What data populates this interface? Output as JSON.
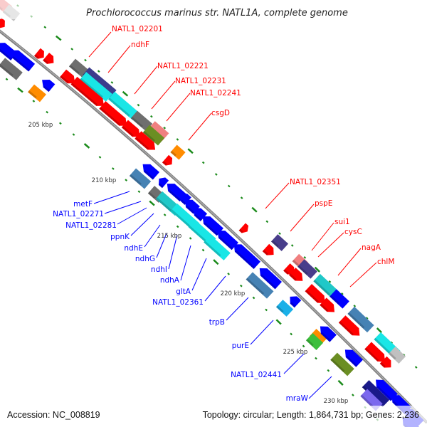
{
  "title": "Prochlorococcus marinus str. NATL1A, complete genome",
  "footer": {
    "accession": "Accession: NC_008819",
    "summary": "Topology: circular; Length: 1,864,731 bp; Genes: 2,236"
  },
  "tick_labels": [
    "205 kbp",
    "210 kbp",
    "215 kbp",
    "220 kbp",
    "225 kbp",
    "230 kbp"
  ],
  "forward_labels": [
    "NATL1_02201",
    "ndhF",
    "NATL1_02221",
    "NATL1_02231",
    "NATL1_02241",
    "csgD",
    "NATL1_02351",
    "pspE",
    "sui1",
    "cysC",
    "nagA",
    "chlM"
  ],
  "reverse_labels": [
    "metF",
    "NATL1_02271",
    "NATL1_02281",
    "ppnK",
    "ndhE",
    "ndhG",
    "ndhI",
    "ndhA",
    "gltA",
    "NATL1_02361",
    "trpB",
    "purE",
    "NATL1_02441",
    "mraW"
  ],
  "colors": {
    "forward_strand": "#ff0000",
    "reverse_strand": "#0000ff",
    "backbone": "#808080",
    "ticks": "#1a8a1a",
    "gray": "#6e6e6e",
    "navy": "#3c3c8c",
    "cyan": "#19e6e6",
    "teal": "#20c8c8",
    "pink": "#f08080",
    "olive": "#6b8e23",
    "orange": "#ff8c00",
    "steelblue": "#4682b4",
    "lightblue": "#1ab0e8",
    "green": "#3cbf3c",
    "purple": "#483d8b",
    "darknavy": "#1a1a8a",
    "lavender": "#7b68ee",
    "lightgray": "#c0c0c0"
  }
}
